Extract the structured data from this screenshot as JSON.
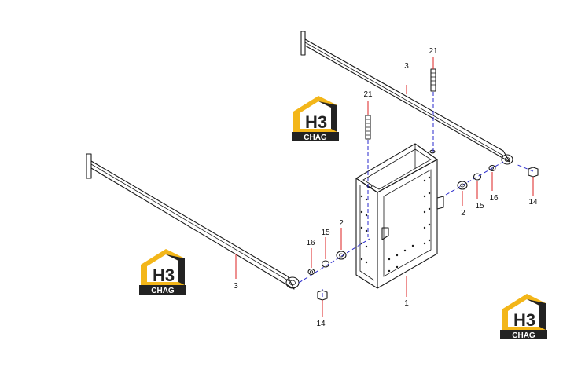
{
  "diagram": {
    "labels": {
      "p1": "1",
      "p2_left": "2",
      "p2_right": "2",
      "p3_left": "3",
      "p3_right": "3",
      "p14_left": "14",
      "p14_right": "14",
      "p15_left": "15",
      "p15_right": "15",
      "p16_left": "16",
      "p16_right": "16",
      "p21_left": "21",
      "p21_right": "21"
    },
    "logo": {
      "letters": "H3",
      "caption": "CHAG"
    },
    "colors": {
      "leader": "#dd2222",
      "axis": "#2a2acc",
      "logo_yellow": "#f3b619",
      "logo_dark": "#222222"
    }
  }
}
